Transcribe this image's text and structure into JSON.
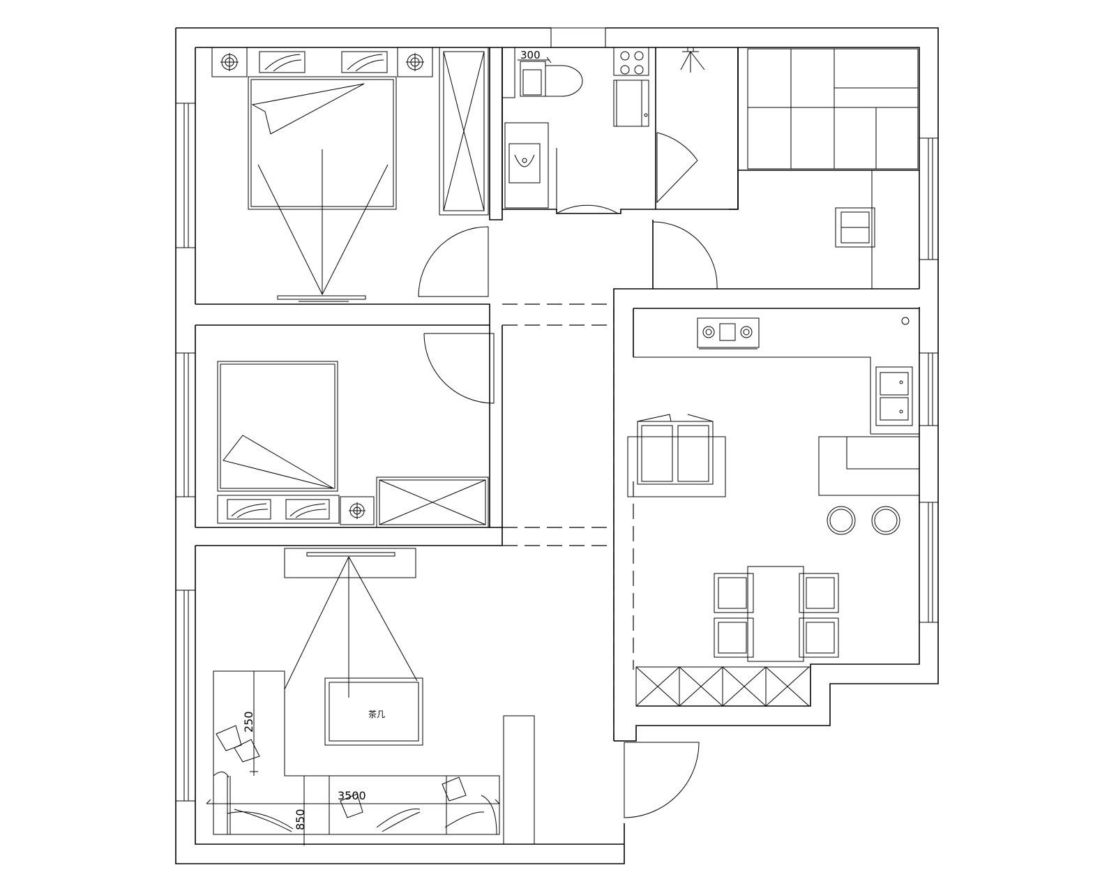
{
  "drawing": {
    "dimensions": {
      "toilet_offset": "300",
      "sofa_length": "3500",
      "sofa_depth": "850",
      "chaise_depth": "250"
    },
    "table_note": "茶几"
  }
}
